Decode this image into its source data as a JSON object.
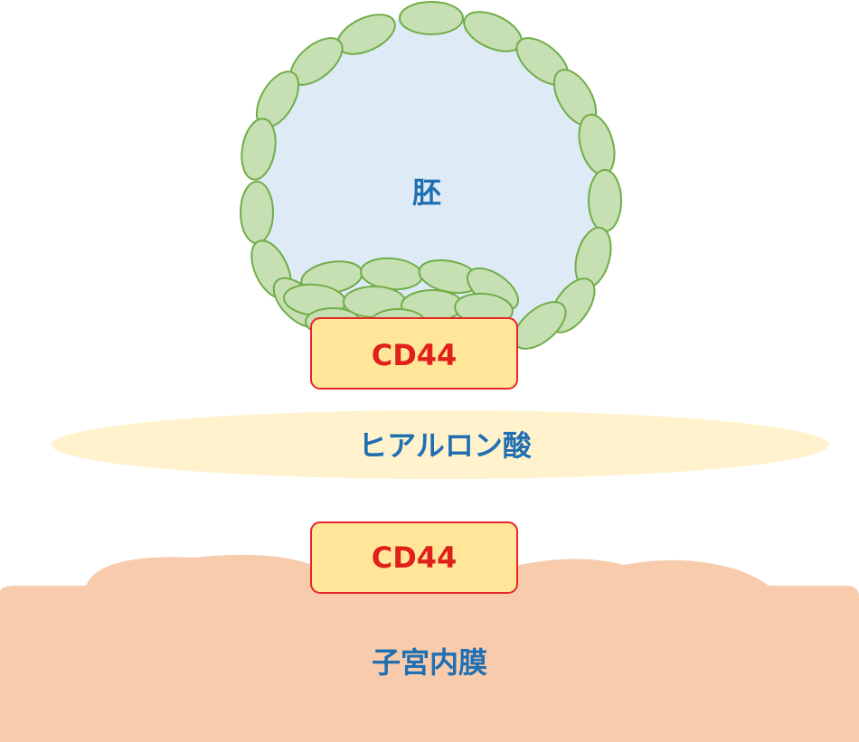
{
  "embryo": {
    "label": "胚"
  },
  "receptor_top": {
    "label": "CD44"
  },
  "hyaluronic_acid": {
    "label": "ヒアルロン酸"
  },
  "receptor_bottom": {
    "label": "CD44"
  },
  "endometrium": {
    "label": "子宮内膜"
  },
  "colors": {
    "embryo_fill": "#deebf7",
    "cell_fill": "#c6e0b4",
    "cell_stroke": "#70ad47",
    "receptor_fill": "#ffe699",
    "receptor_stroke": "#e8252a",
    "hyaluronic_fill": "#fff2cc",
    "endometrium_fill": "#f8cbad",
    "label_blue": "#1f6fb2",
    "label_red": "#e0201b"
  }
}
